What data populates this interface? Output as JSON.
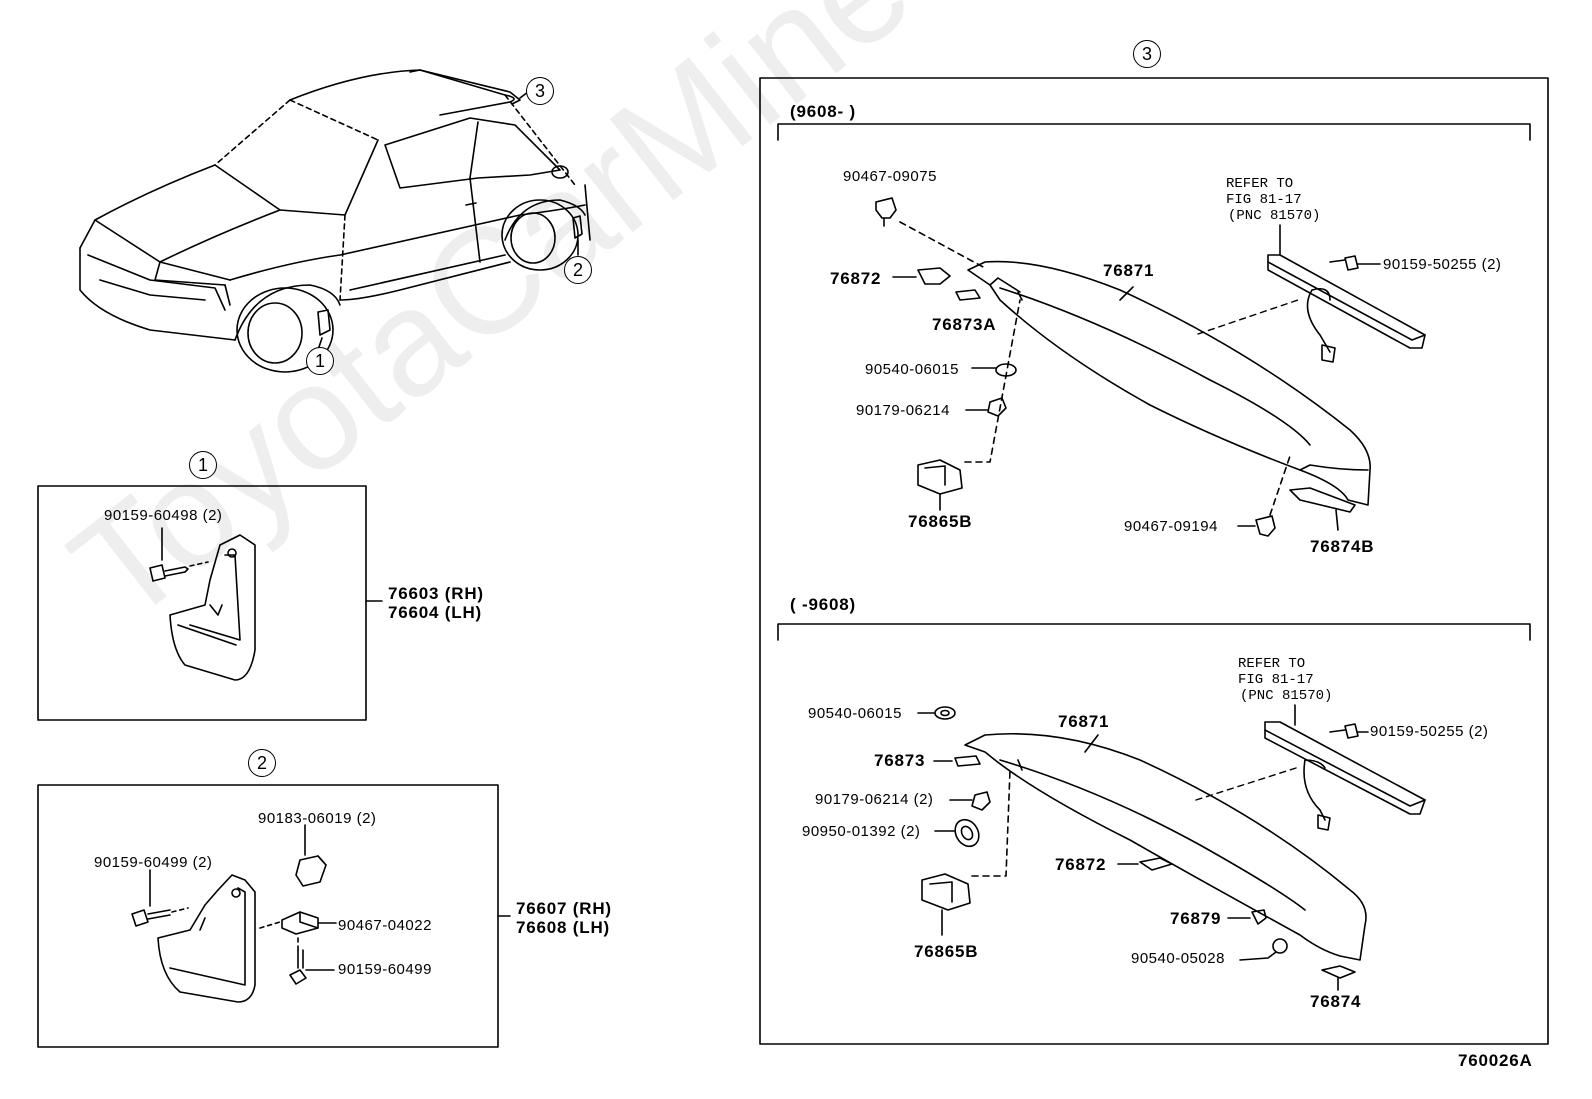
{
  "watermark": "ToyotaCarMine.ru",
  "figure_code": "760026A",
  "callouts": {
    "c1": "1",
    "c2": "2",
    "c3": "3"
  },
  "panel1": {
    "title": "1",
    "bolt": "90159-60498 (2)",
    "part_rh": "76603 (RH)",
    "part_lh": "76604 (LH)"
  },
  "panel2": {
    "title": "2",
    "nut": "90183-06019 (2)",
    "screw": "90159-60499 (2)",
    "clip": "90467-04022",
    "screw2": "90159-60499",
    "part_rh": "76607 (RH)",
    "part_lh": "76608 (LH)"
  },
  "panel3": {
    "title": "3",
    "top": {
      "range": "(9608-        )",
      "clip_top": "90467-09075",
      "refer": [
        "REFER TO",
        "FIG 81-17",
        "(PNC 81570)"
      ],
      "spoiler": "76871",
      "cover": "76872",
      "pad": "76873A",
      "washer": "90540-06015",
      "nut": "90179-06214",
      "bracket": "76865B",
      "screw": "90159-50255 (2)",
      "clip_bottom": "90467-09194",
      "pad_b": "76874B"
    },
    "bottom": {
      "range": "(        -9608)",
      "washer": "90540-06015",
      "refer": [
        "REFER TO",
        "FIG 81-17",
        "(PNC 81570)"
      ],
      "spoiler": "76871",
      "screw": "90159-50255 (2)",
      "pad": "76873",
      "nut": "90179-06214 (2)",
      "seal": "90950-01392 (2)",
      "cover": "76872",
      "plug": "76879",
      "bracket": "76865B",
      "washer2": "90540-05028",
      "pad2": "76874"
    }
  }
}
